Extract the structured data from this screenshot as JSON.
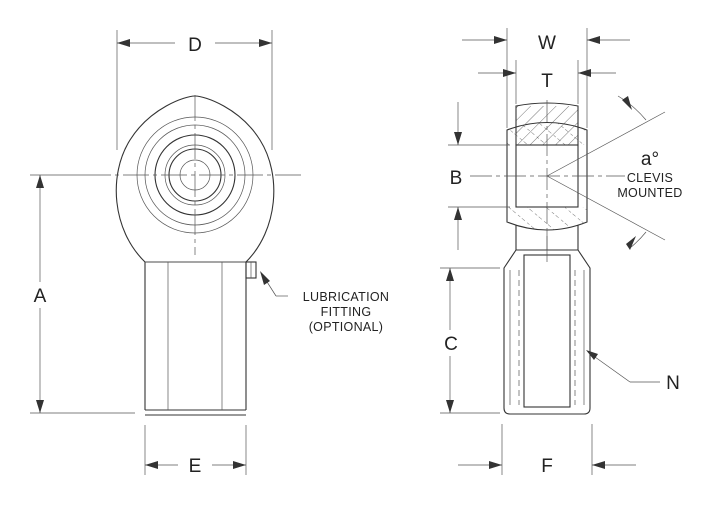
{
  "labels": {
    "D": "D",
    "A": "A",
    "E": "E",
    "W": "W",
    "T": "T",
    "B": "B",
    "C": "C",
    "F": "F",
    "N": "N",
    "angle": "a°",
    "clevis1": "CLEVIS",
    "clevis2": "MOUNTED",
    "lub1": "LUBRICATION",
    "lub2": "FITTING",
    "lub3": "(OPTIONAL)"
  }
}
